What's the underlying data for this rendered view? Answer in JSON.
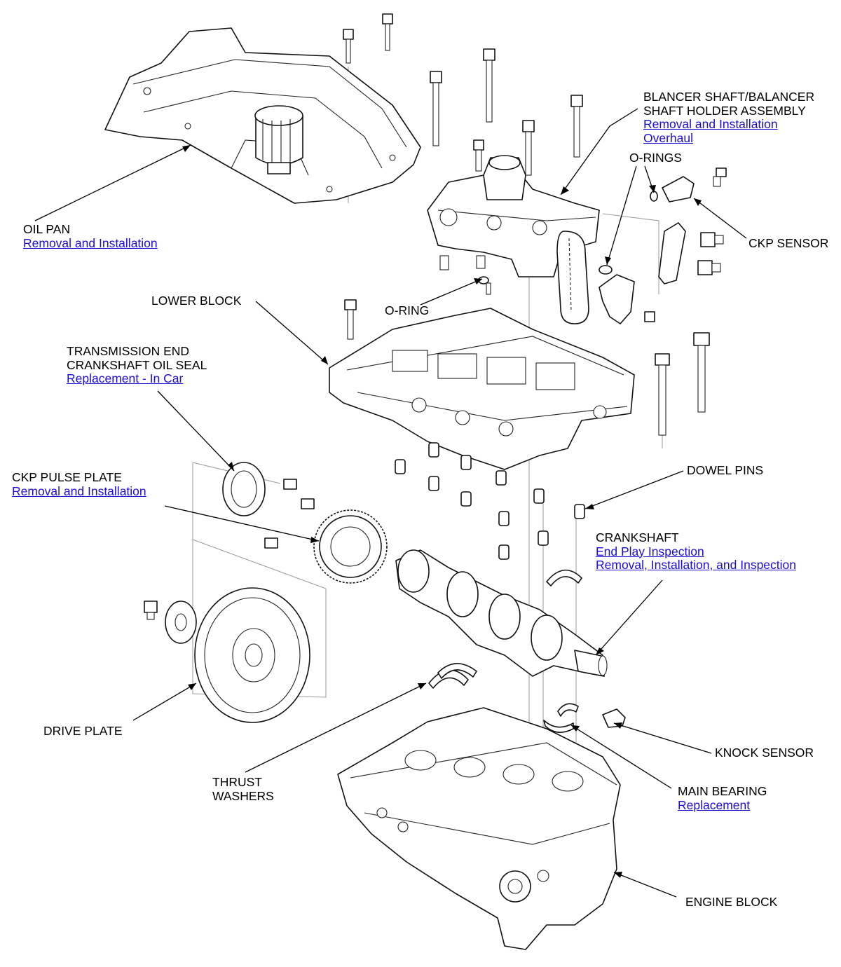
{
  "labels": {
    "balancer": {
      "title_lines": [
        "BLANCER SHAFT/BALANCER",
        "SHAFT HOLDER ASSEMBLY"
      ],
      "links": [
        "Removal and Installation",
        "Overhaul"
      ]
    },
    "o_rings": {
      "title_lines": [
        "O-RINGS"
      ],
      "links": []
    },
    "ckp_sensor": {
      "title_lines": [
        "CKP SENSOR"
      ],
      "links": []
    },
    "oil_pan": {
      "title_lines": [
        "OIL PAN"
      ],
      "links": [
        "Removal and Installation"
      ]
    },
    "lower_block": {
      "title_lines": [
        "LOWER BLOCK"
      ],
      "links": []
    },
    "o_ring": {
      "title_lines": [
        "O-RING"
      ],
      "links": []
    },
    "trans_seal": {
      "title_lines": [
        "TRANSMISSION END",
        "CRANKSHAFT OIL SEAL"
      ],
      "links": [
        "Replacement - In Car"
      ]
    },
    "ckp_pulse": {
      "title_lines": [
        "CKP PULSE PLATE"
      ],
      "links": [
        "Removal and Installation"
      ]
    },
    "dowel_pins": {
      "title_lines": [
        "DOWEL PINS"
      ],
      "links": []
    },
    "crankshaft": {
      "title_lines": [
        "CRANKSHAFT"
      ],
      "links": [
        "End Play Inspection",
        "Removal, Installation, and Inspection"
      ]
    },
    "drive_plate": {
      "title_lines": [
        "DRIVE PLATE"
      ],
      "links": []
    },
    "knock_sensor": {
      "title_lines": [
        "KNOCK SENSOR"
      ],
      "links": []
    },
    "thrust": {
      "title_lines": [
        "THRUST",
        "WASHERS"
      ],
      "links": []
    },
    "main_bearing": {
      "title_lines": [
        "MAIN BEARING"
      ],
      "links": [
        "Replacement"
      ]
    },
    "engine_block": {
      "title_lines": [
        "ENGINE BLOCK"
      ],
      "links": []
    }
  },
  "colors": {
    "link": "#1a0dd8",
    "line": "#000000"
  }
}
